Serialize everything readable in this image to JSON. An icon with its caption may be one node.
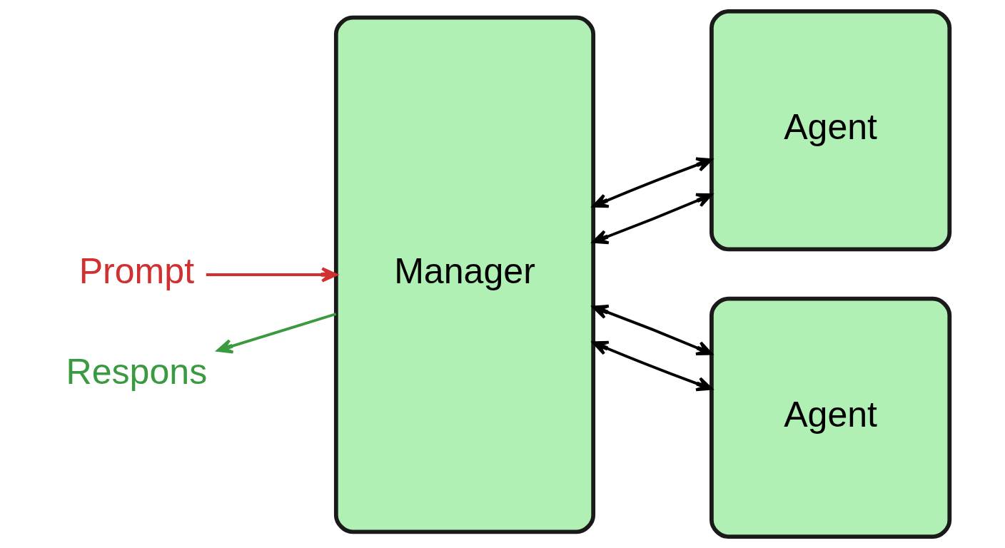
{
  "diagram": {
    "nodes": [
      {
        "text": [
          "Prompt"
        ]
      },
      {
        "text": [
          "Manager"
        ]
      },
      {
        "text": [
          "Agent"
        ]
      },
      {
        "text": [
          "Agent"
        ]
      },
      {
        "text": [
          "Respons"
        ]
      }
    ],
    "edges": [
      {
        "from": 0,
        "to": 1,
        "arrow": "to",
        "color": "#d03030"
      },
      {
        "from": 1,
        "to": 2,
        "arrow": "both"
      },
      {
        "from": 1,
        "to": 2,
        "arrow": "both"
      },
      {
        "from": 1,
        "to": 3,
        "arrow": "both"
      },
      {
        "from": 1,
        "to": 3,
        "arrow": "both"
      },
      {
        "from": 1,
        "to": 4,
        "arrow": "to",
        "color": "#3a9a40"
      }
    ]
  }
}
